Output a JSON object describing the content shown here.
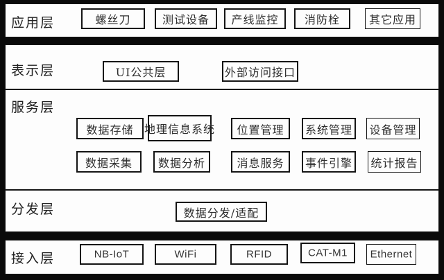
{
  "diagram": {
    "colors": {
      "background": "#0a0a0a",
      "band_fill": "#fdfdfd",
      "line": "#141414",
      "text": "#2e2e2e"
    },
    "layers": {
      "application": {
        "label": "应用层",
        "boxes": [
          {
            "label": "螺丝刀"
          },
          {
            "label": "测试设备"
          },
          {
            "label": "产线监控"
          },
          {
            "label": "消防栓"
          },
          {
            "label": "其它应用"
          }
        ]
      },
      "presentation": {
        "label": "表示层",
        "boxes": [
          {
            "label": "UI公共层"
          },
          {
            "label": "外部访问接口"
          }
        ]
      },
      "service": {
        "label": "服务层",
        "row1": [
          {
            "label": "数据存储"
          },
          {
            "label": "地理信息系统"
          },
          {
            "label": "位置管理"
          },
          {
            "label": "系统管理"
          },
          {
            "label": "设备管理"
          }
        ],
        "row2": [
          {
            "label": "数据采集"
          },
          {
            "label": "数据分析"
          },
          {
            "label": "消息服务"
          },
          {
            "label": "事件引擎"
          },
          {
            "label": "统计报告"
          }
        ]
      },
      "distribution": {
        "label": "分发层",
        "boxes": [
          {
            "label": "数据分发/适配"
          }
        ]
      },
      "access": {
        "label": "接入层",
        "boxes": [
          {
            "label": "NB-IoT"
          },
          {
            "label": "WiFi"
          },
          {
            "label": "RFID"
          },
          {
            "label": "CAT-M1"
          },
          {
            "label": "Ethernet"
          }
        ]
      }
    }
  }
}
